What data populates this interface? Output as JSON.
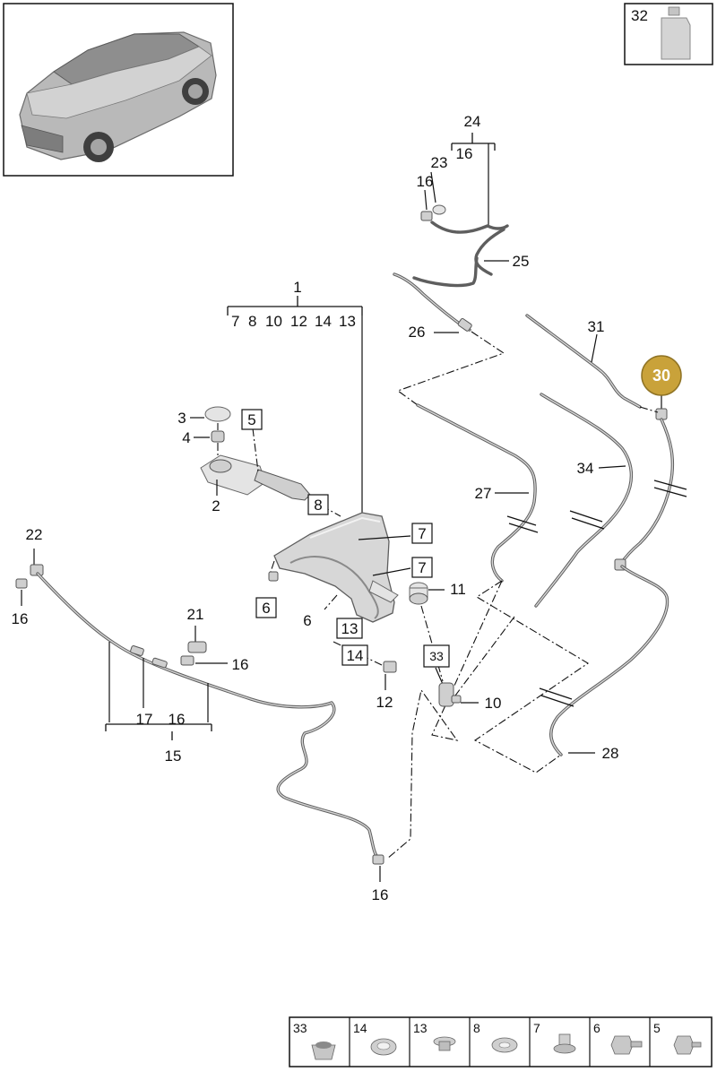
{
  "labels": {
    "l1": "1",
    "l2": "2",
    "l3": "3",
    "l4": "4",
    "l5": "5",
    "l6a": "6",
    "l6b": "6",
    "l7a": "7",
    "l7b": "7",
    "l8": "8",
    "l10": "10",
    "l11": "11",
    "l12": "12",
    "l13": "13",
    "l14": "14",
    "l15": "15",
    "l16a": "16",
    "l16b": "16",
    "l16c": "16",
    "l16d": "16",
    "l16e": "16",
    "l16f": "16",
    "l17": "17",
    "l21": "21",
    "l22": "22",
    "l23": "23",
    "l24": "24",
    "l25": "25",
    "l26": "26",
    "l27": "27",
    "l28": "28",
    "l31": "31",
    "l32": "32",
    "l33": "33",
    "l34": "34"
  },
  "group_1_items": [
    "7",
    "8",
    "10",
    "12",
    "14",
    "13"
  ],
  "hotspot": {
    "label": "30",
    "color": "#c9a23a"
  },
  "legend": [
    "33",
    "14",
    "13",
    "8",
    "7",
    "6",
    "5"
  ]
}
